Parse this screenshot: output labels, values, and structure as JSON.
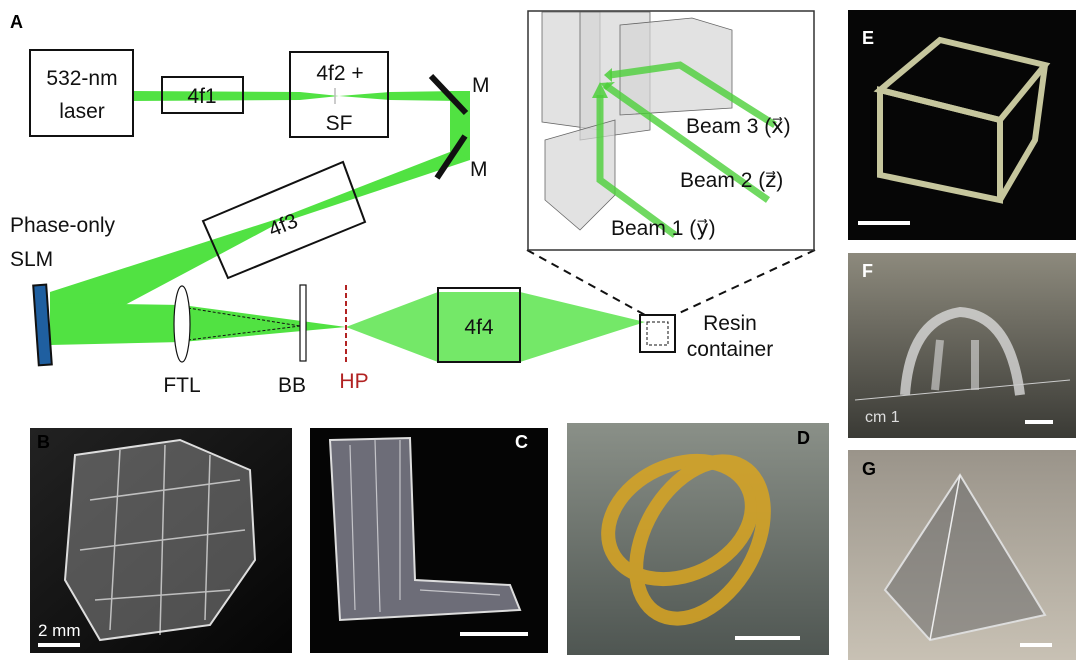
{
  "panels": {
    "a": "A",
    "b": "B",
    "c": "C",
    "d": "D",
    "e": "E",
    "f": "F",
    "g": "G"
  },
  "setup": {
    "laser_line1": "532-nm",
    "laser_line2": "laser",
    "f1": "4f1",
    "f2_line1": "4f2 +",
    "f2_line2": "SF",
    "mirror1": "M",
    "mirror2": "M",
    "f3": "4f3",
    "slm_line1": "Phase-only",
    "slm_line2": "SLM",
    "ftl": "FTL",
    "bb": "BB",
    "hp": "HP",
    "f4": "4f4",
    "resin_line1": "Resin",
    "resin_line2": "container"
  },
  "inset": {
    "beam1": "Beam 1 (y⃗)",
    "beam2": "Beam 2 (z⃗)",
    "beam3": "Beam 3 (x⃗)"
  },
  "scale_bar_b": "2 mm",
  "colors": {
    "beam": "#33dd22",
    "slm": "#1f5fa0",
    "hp": "#b22222"
  }
}
